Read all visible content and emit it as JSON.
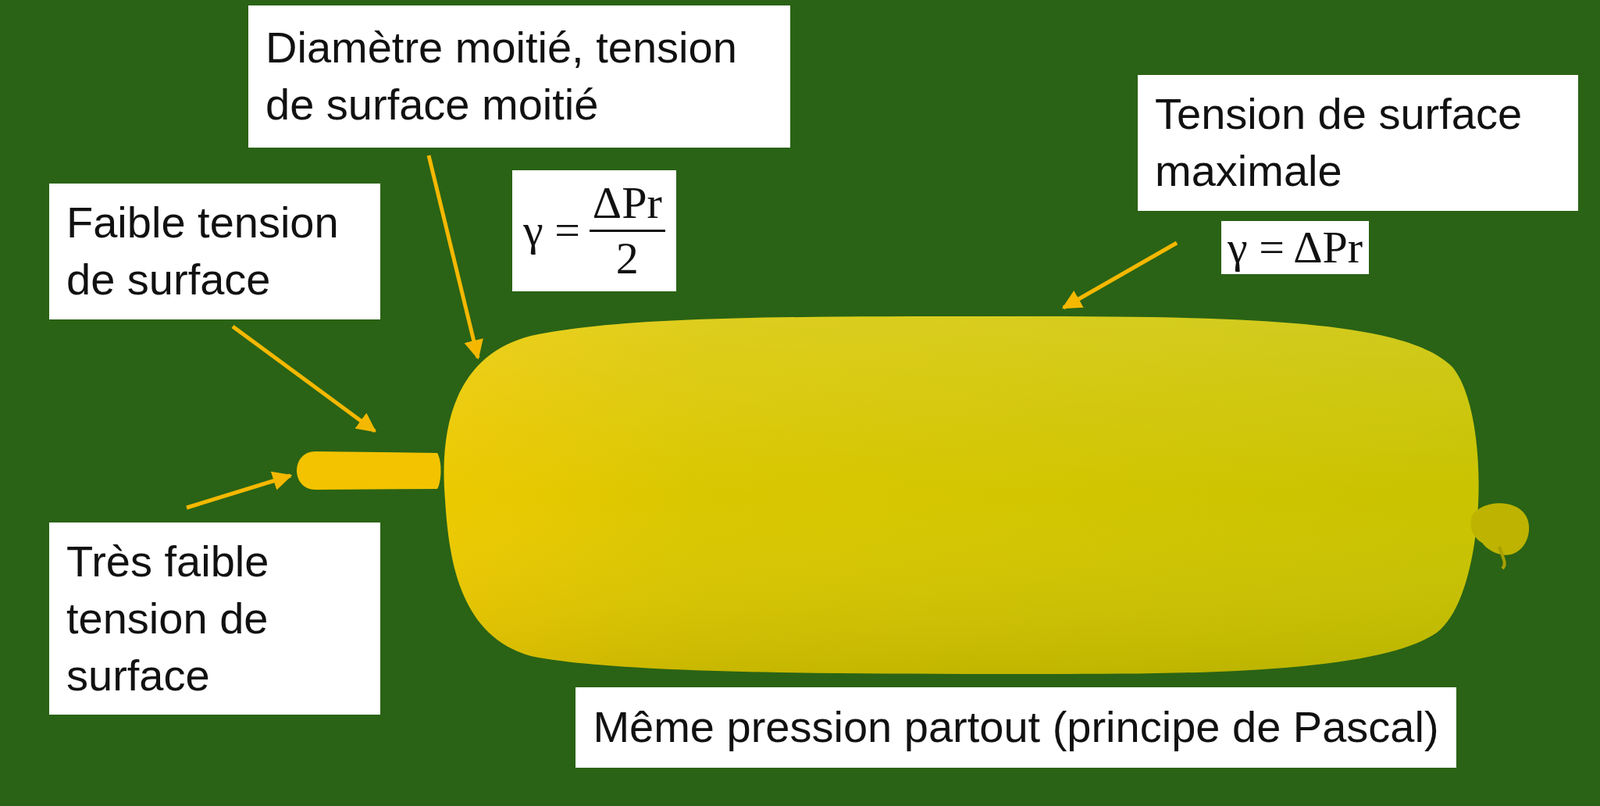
{
  "diagram": {
    "nodes": [
      {
        "text": [
          "Diamètre moitié, tension de surface moitié"
        ]
      },
      {
        "text": [
          "Tension de surface maximale"
        ]
      },
      {
        "text": [
          "Faible tension de surface"
        ]
      },
      {
        "text": [
          "γ =",
          "ΔPr",
          "2"
        ]
      },
      {
        "text": [
          "γ = ΔPr"
        ]
      },
      {
        "text": [
          "Très faible tension de surface"
        ]
      },
      {
        "text": [
          "Même pression partout (principe de Pascal)"
        ]
      }
    ]
  }
}
